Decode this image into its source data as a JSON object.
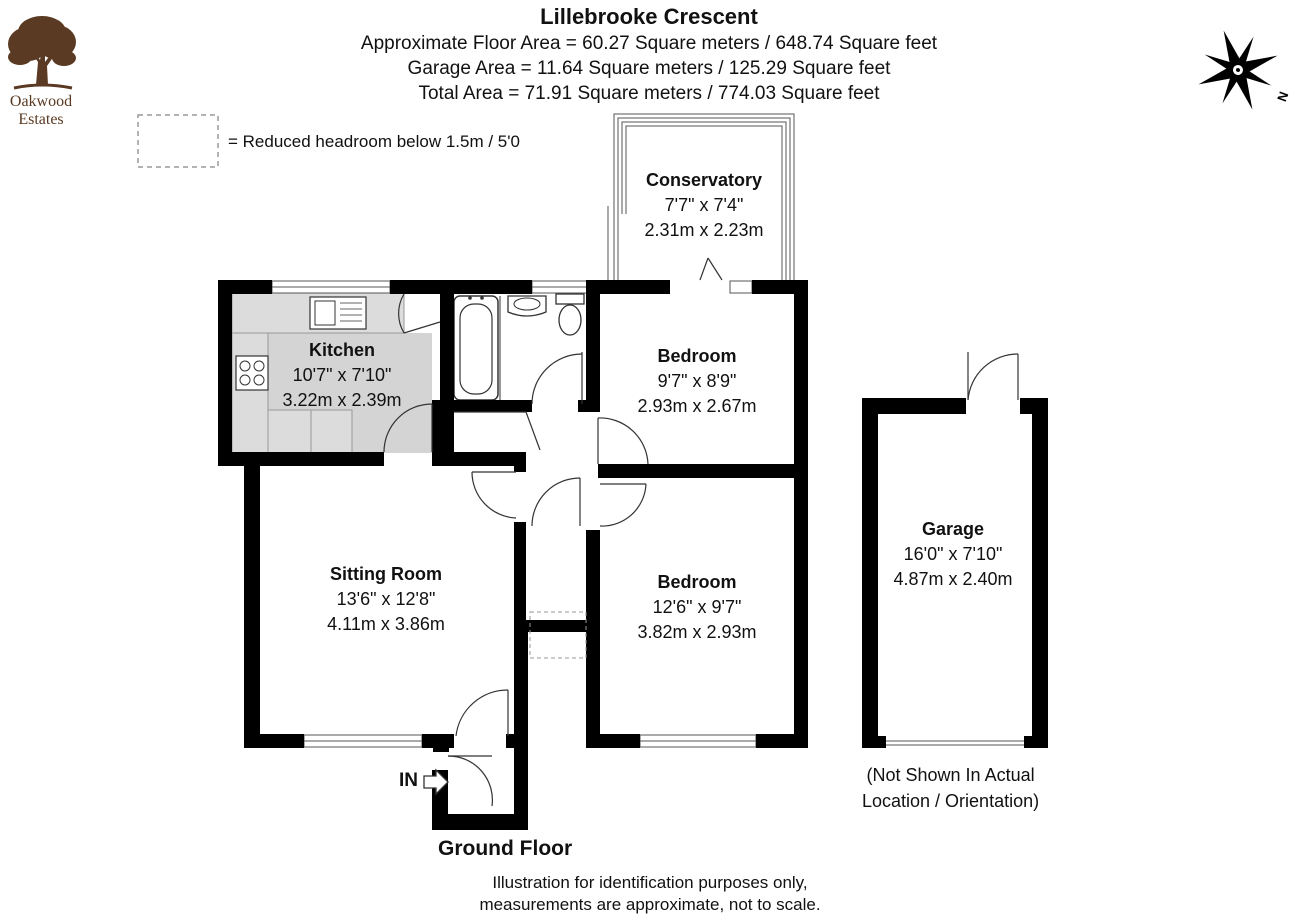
{
  "header": {
    "title": "Lillebrooke Crescent",
    "floor_area": "Approximate Floor Area = 60.27 Square meters / 648.74 Square feet",
    "garage_area": "Garage Area = 11.64 Square meters / 125.29 Square feet",
    "total_area": "Total Area = 71.91 Square meters / 774.03 Square feet"
  },
  "logo": {
    "line1": "Oakwood",
    "line2": "Estates"
  },
  "legend": {
    "text": "= Reduced headroom below 1.5m / 5'0"
  },
  "compass": {
    "letter": "N"
  },
  "rooms": {
    "conservatory": {
      "name": "Conservatory",
      "imperial": "7'7\" x 7'4\"",
      "metric": "2.31m x 2.23m"
    },
    "kitchen": {
      "name": "Kitchen",
      "imperial": "10'7\" x 7'10\"",
      "metric": "3.22m x 2.39m"
    },
    "bedroom1": {
      "name": "Bedroom",
      "imperial": "9'7\" x 8'9\"",
      "metric": "2.93m x 2.67m"
    },
    "sitting": {
      "name": "Sitting Room",
      "imperial": "13'6\" x 12'8\"",
      "metric": "4.11m x 3.86m"
    },
    "bedroom2": {
      "name": "Bedroom",
      "imperial": "12'6\" x 9'7\"",
      "metric": "3.82m x 2.93m"
    },
    "garage": {
      "name": "Garage",
      "imperial": "16'0\" x 7'10\"",
      "metric": "4.87m x 2.40m"
    }
  },
  "entrance": {
    "label": "IN"
  },
  "floor_label": "Ground Floor",
  "garage_note": {
    "line1": "(Not Shown In Actual",
    "line2": "Location / Orientation)"
  },
  "disclaimer": {
    "line1": "Illustration for identification purposes only,",
    "line2": "measurements are approximate, not to scale."
  },
  "colors": {
    "wall": "#000000",
    "kitchen_floor": "#d4d4d4",
    "logo": "#5a3a22"
  }
}
